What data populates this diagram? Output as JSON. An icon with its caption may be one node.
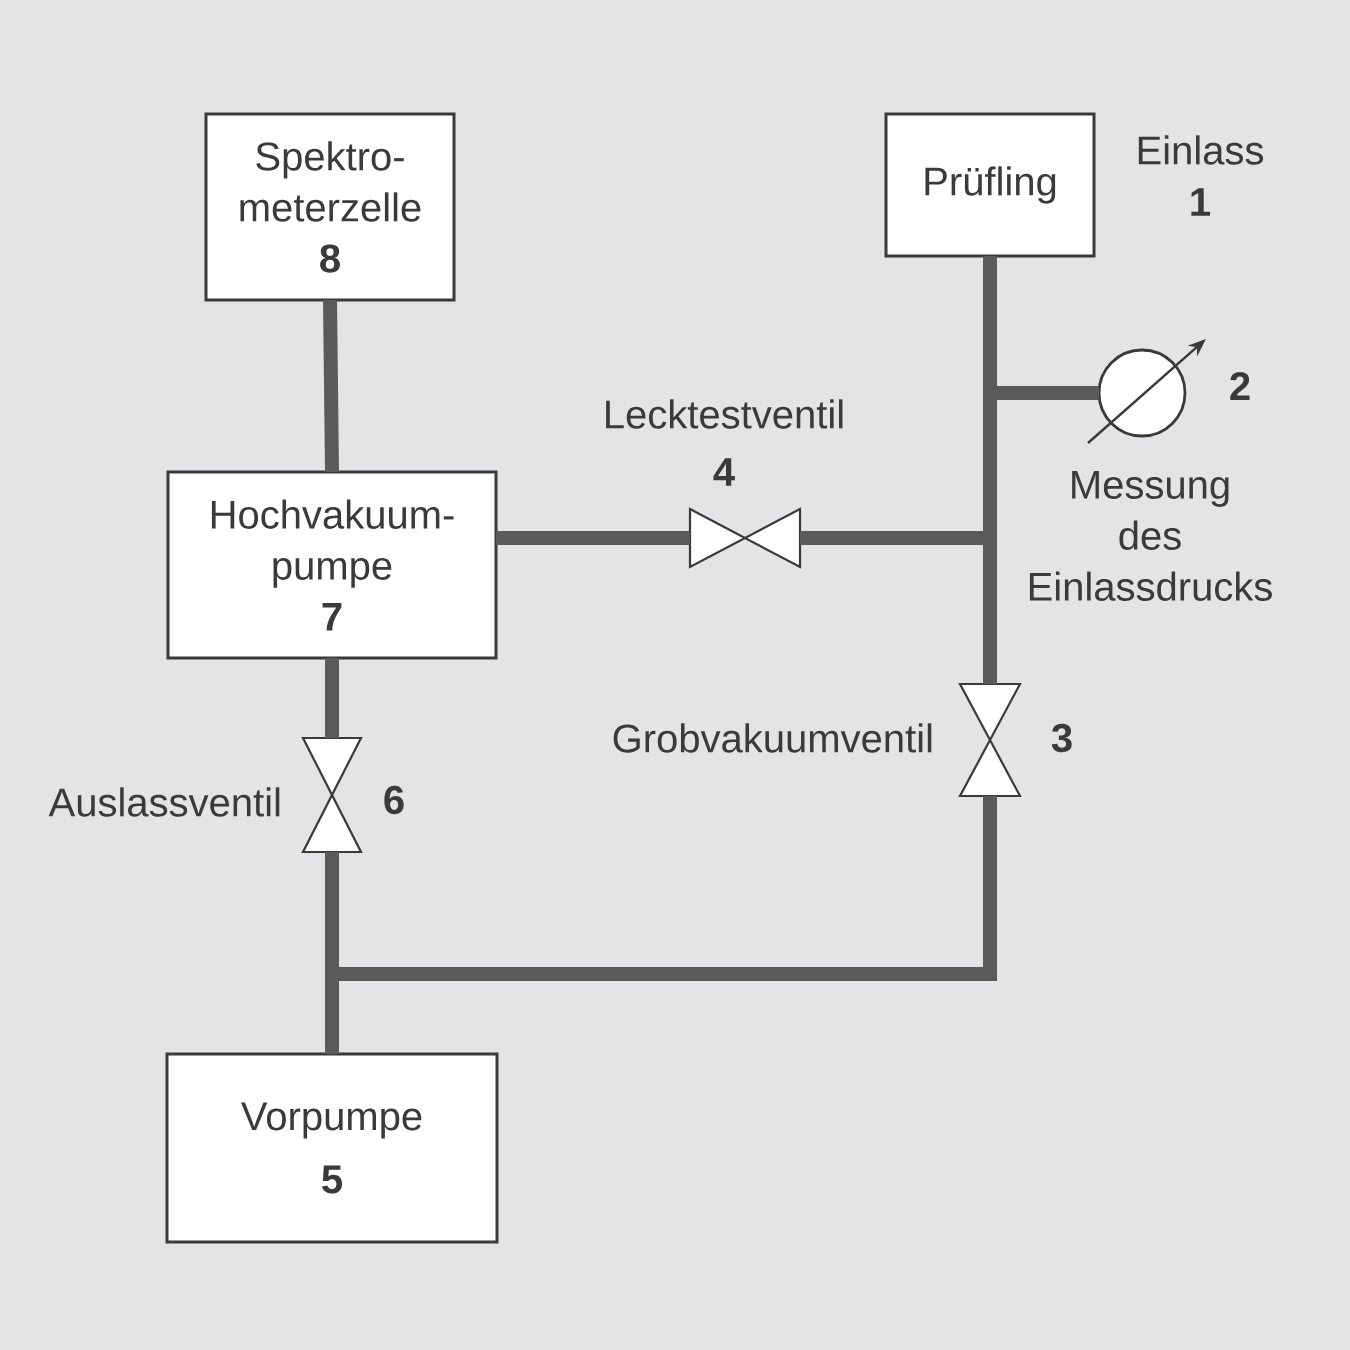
{
  "diagram": {
    "nodes": [
      {
        "text": [
          "Spektro- meterzelle",
          "8"
        ]
      },
      {
        "text": [
          "Prüfling"
        ],
        "beside": [
          "Einlass",
          "1"
        ]
      },
      {
        "text": [],
        "shape": "circle",
        "beside": [
          "2",
          "Messung des Einlassdrucks"
        ]
      },
      {
        "text": [
          "Hochvakuum- pumpe",
          "7"
        ]
      },
      {
        "text": [],
        "shape": "valve",
        "beside": [
          "Lecktestventil",
          "4"
        ]
      },
      {
        "text": [],
        "shape": "valve",
        "beside": [
          "Grobvakuumventil",
          "3"
        ]
      },
      {
        "text": [],
        "shape": "valve",
        "beside": [
          "Auslassventil",
          "6"
        ]
      },
      {
        "text": [
          "Vorpumpe",
          "5"
        ]
      }
    ],
    "edges": [
      {
        "from": 0,
        "to": 3,
        "arrow": "none"
      },
      {
        "from": 1,
        "to": 2,
        "arrow": "none"
      },
      {
        "from": 1,
        "to": 4,
        "arrow": "none"
      },
      {
        "from": 1,
        "to": 5,
        "arrow": "none"
      },
      {
        "from": 3,
        "to": 4,
        "arrow": "none"
      },
      {
        "from": 3,
        "to": 6,
        "arrow": "none"
      },
      {
        "from": 5,
        "to": 7,
        "arrow": "none"
      },
      {
        "from": 6,
        "to": 7,
        "arrow": "none"
      }
    ]
  }
}
